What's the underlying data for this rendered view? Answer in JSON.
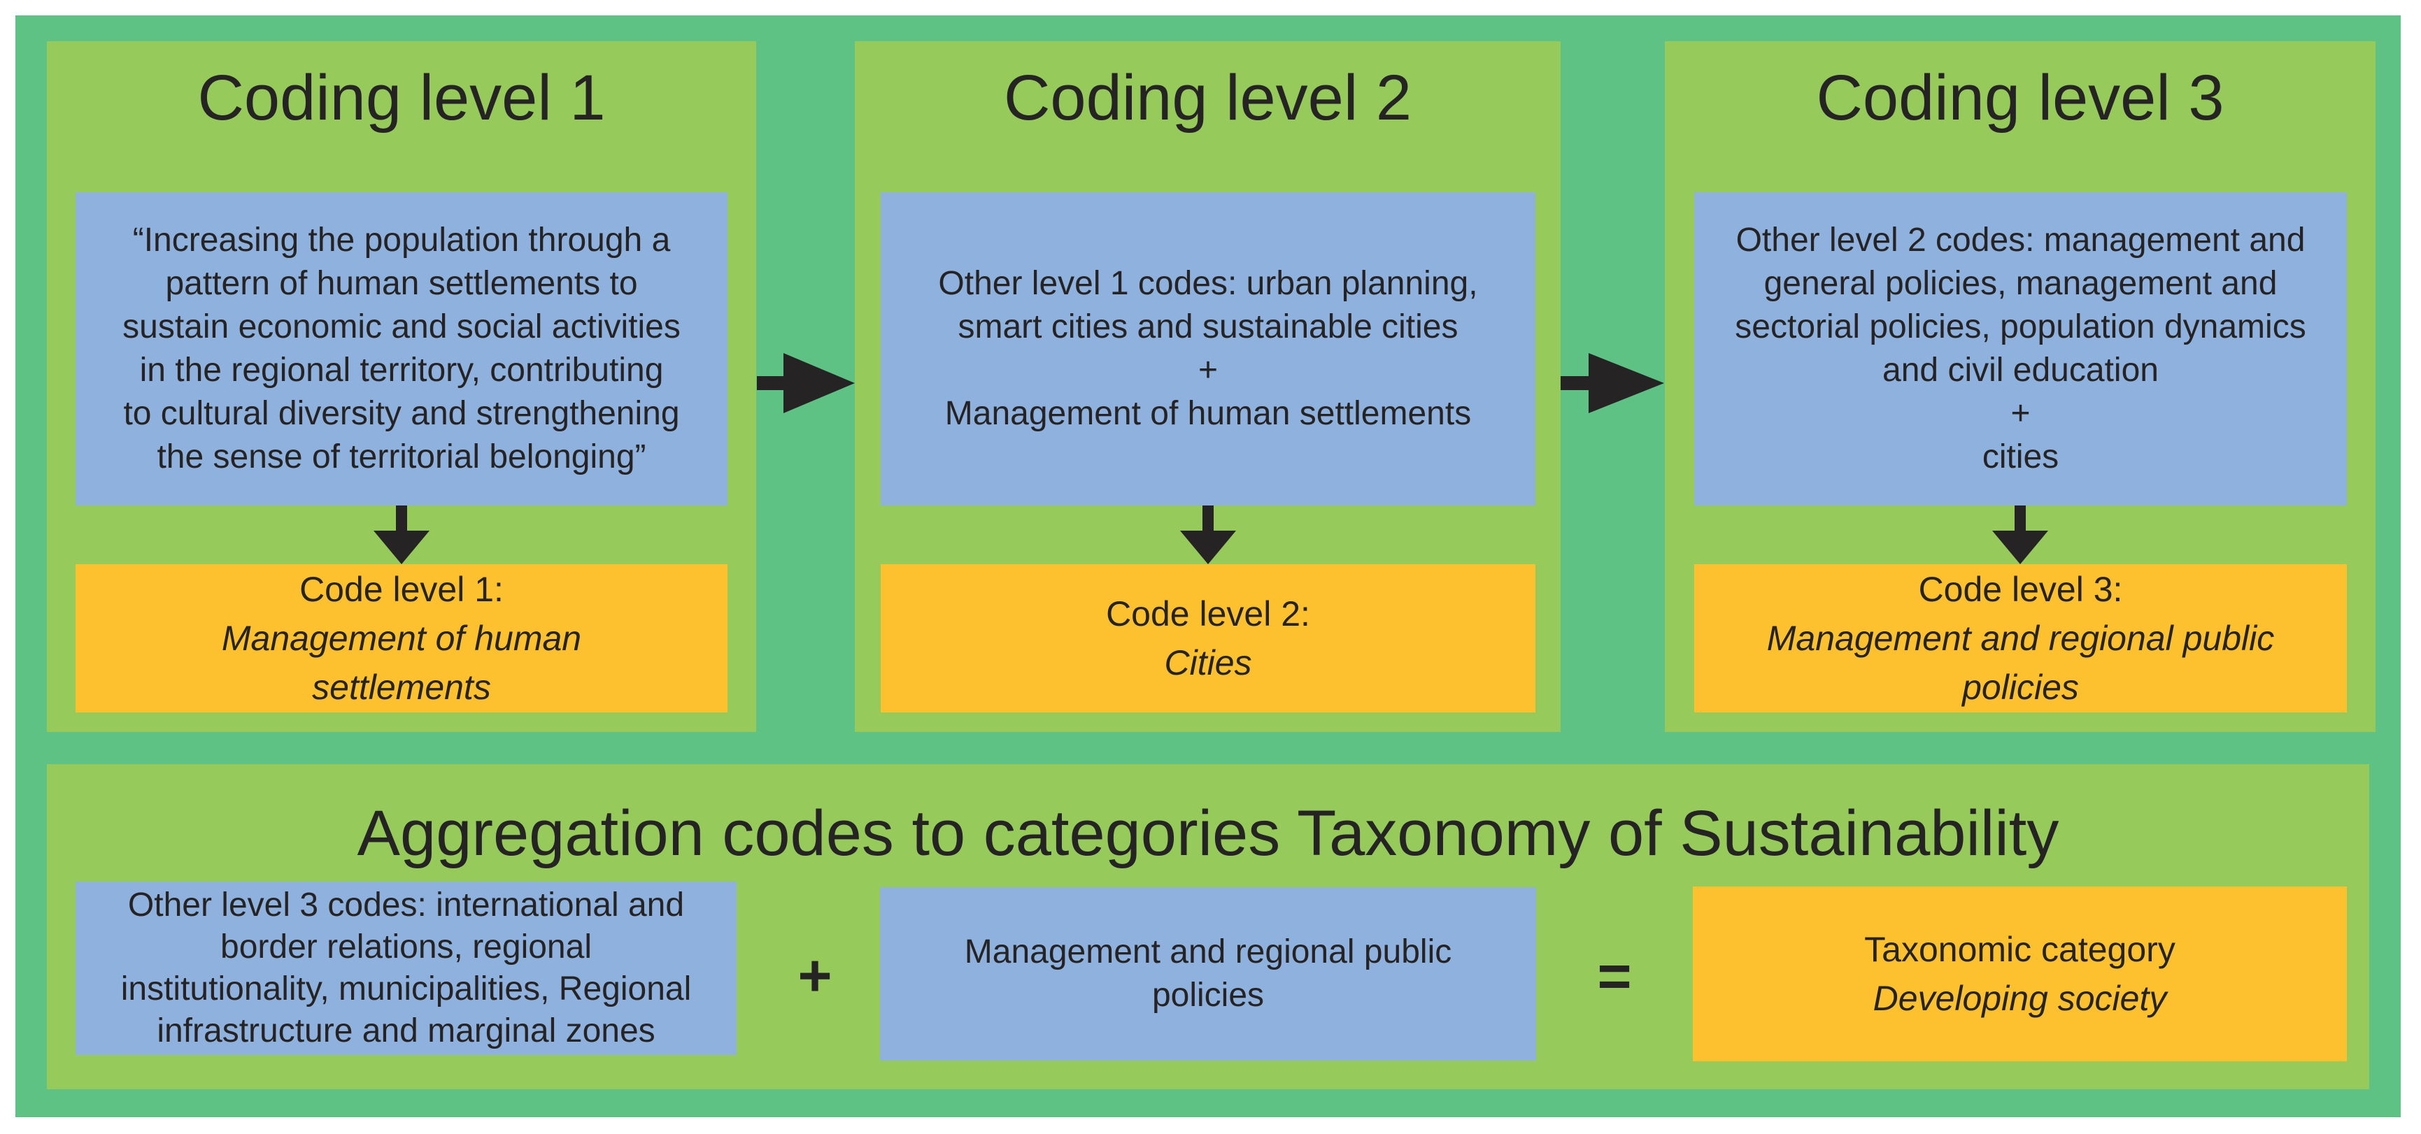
{
  "diagram": {
    "colors": {
      "outer_background": "#5EC284",
      "panel_green": "#96CA5B",
      "box_blue": "#8FB1DD",
      "box_orange": "#FDC130",
      "text_dark": "#262324",
      "page_background": "#FFFFFF"
    },
    "panels": [
      {
        "title": "Coding level 1",
        "source": "“Increasing the population through a\npattern of human settlements to\nsustain economic and social activities\nin the regional territory, contributing\nto cultural diversity and strengthening\nthe sense of territorial belonging”",
        "code_label": "Code level 1:",
        "code_value": "Management of human\nsettlements"
      },
      {
        "title": "Coding level 2",
        "source": "Other level 1 codes: urban planning,\nsmart cities and sustainable cities\n+\nManagement of human settlements",
        "code_label": "Code level 2:",
        "code_value": "Cities"
      },
      {
        "title": "Coding level 3",
        "source": "Other level 2 codes: management and\ngeneral policies, management and\nsectorial policies, population dynamics\nand civil education\n+\ncities",
        "code_label": "Code level 3:",
        "code_value": "Management and regional public\npolicies"
      }
    ],
    "aggregation": {
      "title": "Aggregation codes to categories Taxonomy of Sustainability",
      "other_codes": "Other level 3 codes: international and\nborder relations, regional\ninstitutionality, municipalities, Regional\ninfrastructure and marginal zones",
      "plus_sign": "+",
      "selected_code": "Management and regional public\npolicies",
      "equals_sign": "=",
      "result_label": "Taxonomic category",
      "result_value": "Developing society"
    }
  }
}
